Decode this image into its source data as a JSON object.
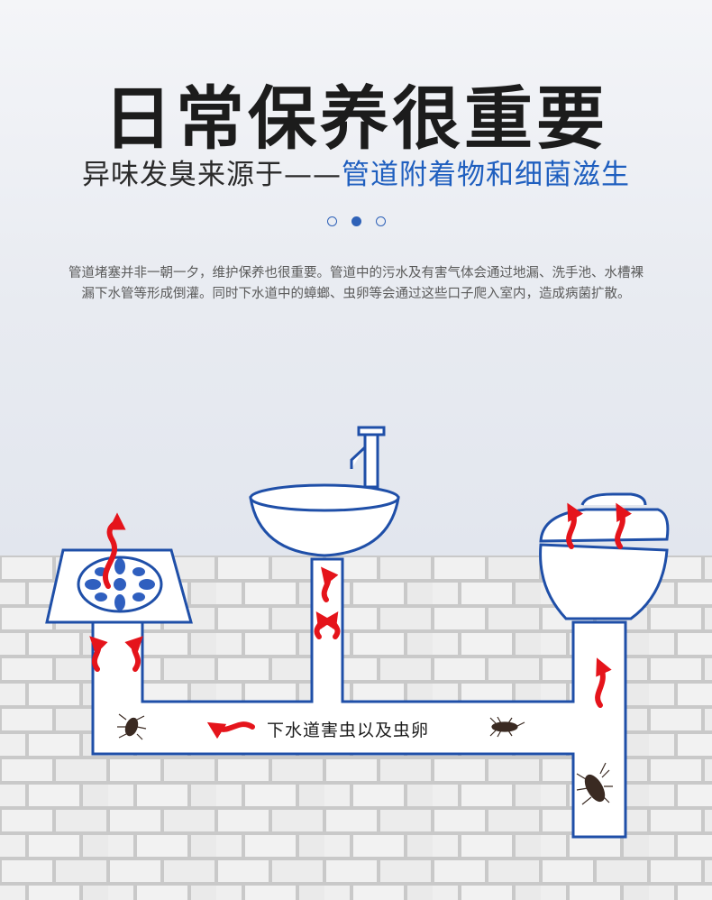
{
  "header": {
    "title": "日常保养很重要",
    "subtitle_prefix": "异味发臭来源于——",
    "subtitle_highlight": "管道附着物和细菌滋生"
  },
  "pagination": {
    "dots": 3,
    "active_index": 1
  },
  "description": "管道堵塞并非一朝一夕，维护保养也很重要。管道中的污水及有害气体会通过地漏、洗手池、水槽裸漏下水管等形成倒灌。同时下水道中的蟑螂、虫卵等会通过这些口子爬入室内，造成病菌扩散。",
  "diagram": {
    "pipe_label": "下水道害虫以及虫卵",
    "fixtures": [
      "floor-drain-icon",
      "washbasin-icon",
      "faucet-icon",
      "toilet-icon"
    ],
    "pests": [
      "cockroach-icon"
    ],
    "arrow_icon": "wavy-arrow-icon"
  },
  "colors": {
    "pipe": "#1f4fa8",
    "arrow": "#e5141b",
    "highlight_text": "#1f5fbf",
    "brick_mortar": "#c7c7c7"
  }
}
